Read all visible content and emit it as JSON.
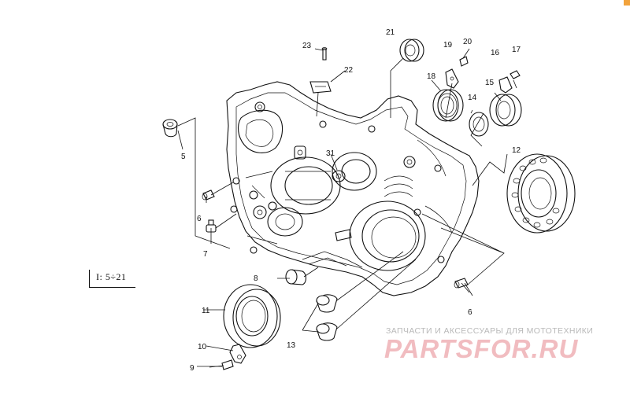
{
  "diagram": {
    "scale_label": "I: 5÷21",
    "callouts": {
      "p5": "5",
      "p6a": "6",
      "p6b": "6",
      "p7": "7",
      "p8": "8",
      "p9": "9",
      "p10": "10",
      "p11": "11",
      "p12": "12",
      "p13": "13",
      "p14": "14",
      "p15": "15",
      "p16": "16",
      "p17": "17",
      "p18": "18",
      "p19": "19",
      "p20": "20",
      "p21": "21",
      "p22": "22",
      "p23": "23",
      "p31": "31"
    }
  },
  "watermark": {
    "subtitle": "ЗАПЧАСТИ И АКСЕССУАРЫ ДЛЯ МОТОТЕХНИКИ",
    "brand": "PARTSFOR.RU"
  },
  "colors": {
    "line": "#111111",
    "watermark_brand": "#f1bcc0",
    "watermark_text": "#b9b9b9",
    "corner_accent": "#f2a33c"
  }
}
